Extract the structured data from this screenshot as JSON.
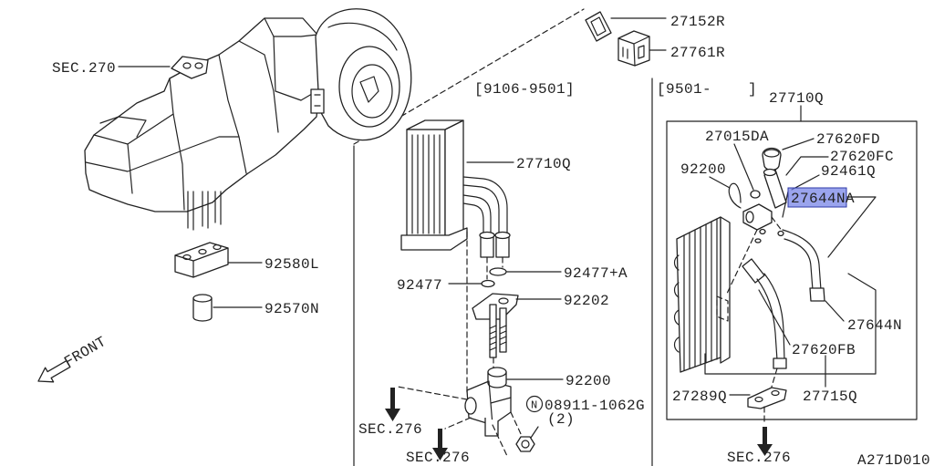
{
  "colors": {
    "ink": "#222222",
    "background": "#ffffff",
    "highlight_fill": "#6f7ee6",
    "highlight_stroke": "#2f3aa8"
  },
  "diagram": {
    "figure_code": "A271D010",
    "front": "FRONT",
    "ranges": {
      "early": "[9106-9501]",
      "late": "[9501-    ]"
    },
    "sections": {
      "sec270": "SEC.270",
      "sec276_left": "SEC.276",
      "sec276_center": "SEC.276",
      "sec276_right": "SEC.276"
    },
    "callouts": {
      "c27152R": "27152R",
      "c27761R": "27761R",
      "c27710Q_right": "27710Q",
      "c27015DA": "27015DA",
      "c27620FD": "27620FD",
      "c27620FC": "27620FC",
      "c27710Q_mid": "27710Q",
      "c92200_right": "92200",
      "c92461Q": "92461Q",
      "c27644NA": "27644NA",
      "c92580L": "92580L",
      "c92477A": "92477+A",
      "c92477": "92477",
      "c92202": "92202",
      "c92570N": "92570N",
      "c27644N": "27644N",
      "c27620FB": "27620FB",
      "c92200_mid": "92200",
      "c27289Q": "27289Q",
      "c27715Q": "27715Q",
      "c08911": "08911-1062G",
      "qty08911": "(2)",
      "nut_marker": "N"
    }
  }
}
